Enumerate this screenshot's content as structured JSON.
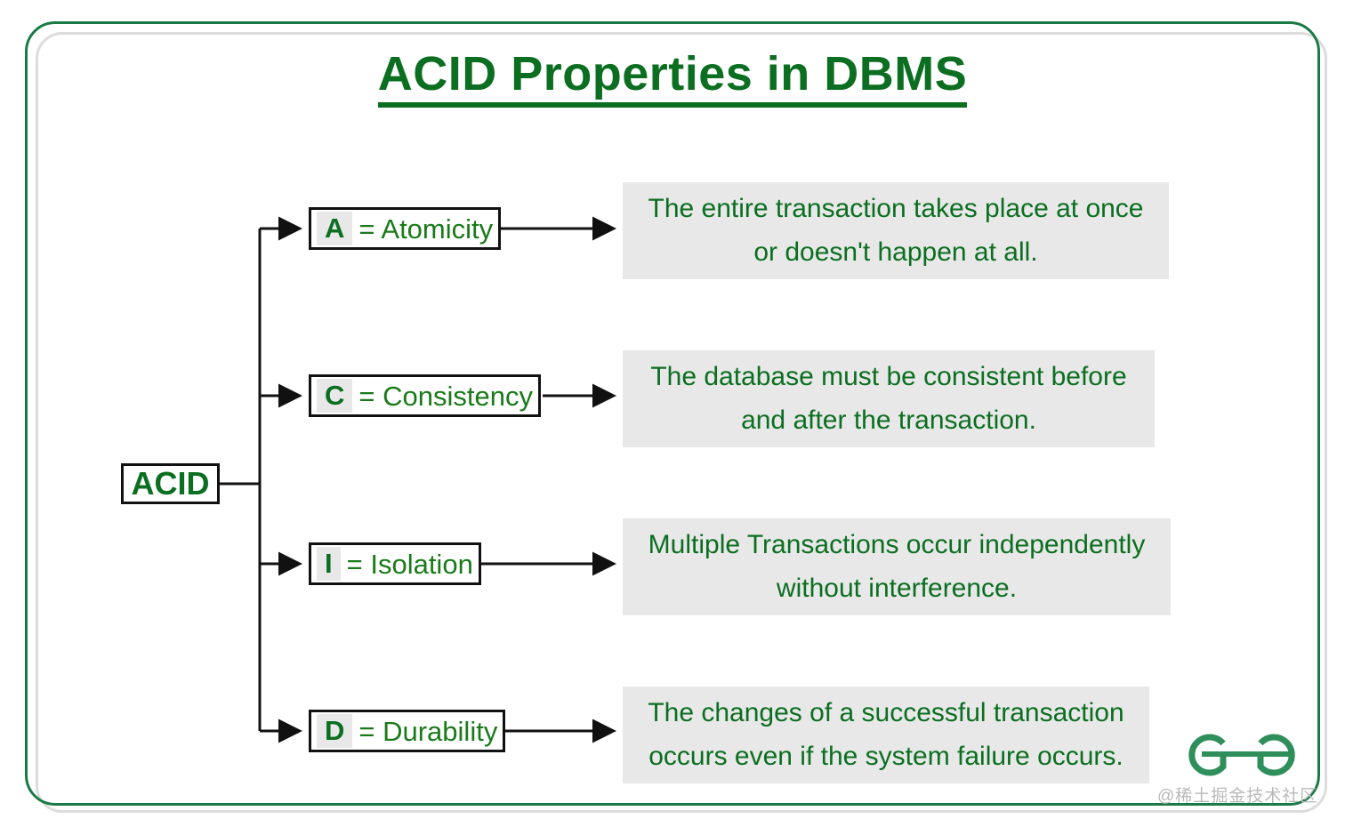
{
  "title": "ACID Properties in DBMS",
  "root": {
    "label": "ACID"
  },
  "colors": {
    "green": "#0b6e20",
    "text_green": "#1a7a1a",
    "frame_green": "#1a7a45",
    "frame_gray": "#dcdcdc",
    "highlight_gray": "#e8e8e8",
    "line_black": "#111111",
    "watermark_gray": "#b9b9b9"
  },
  "properties": [
    {
      "letter": "A",
      "label": "= Atomicity",
      "description_lines": [
        "The entire transaction takes place at once",
        "or doesn't happen at all."
      ]
    },
    {
      "letter": "C",
      "label": "= Consistency",
      "description_lines": [
        "The database must be consistent before",
        "and after the transaction."
      ]
    },
    {
      "letter": "I",
      "label": "= Isolation",
      "description_lines": [
        "Multiple Transactions occur independently",
        "without interference."
      ]
    },
    {
      "letter": "D",
      "label": "= Durability",
      "description_lines": [
        "The changes of a successful transaction",
        "occurs even if the system failure occurs."
      ]
    }
  ],
  "branding": {
    "logo_name": "geeksforgeeks-logo",
    "watermark": "@稀土掘金技术社区"
  }
}
